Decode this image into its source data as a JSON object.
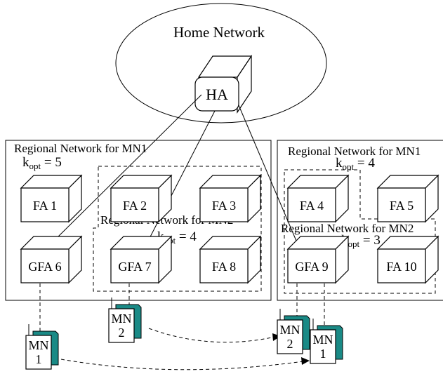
{
  "home_network": {
    "label": "Home Network"
  },
  "ha": {
    "label": "HA"
  },
  "regions": {
    "left": {
      "label": "Regional Network for MN1",
      "kopt_prefix": "k",
      "kopt_sub": "opt",
      "kopt_value": " = 5"
    },
    "left_inner": {
      "label": "Regional Network for MN2",
      "kopt_prefix": "k",
      "kopt_sub": "opt",
      "kopt_value": " = 4"
    },
    "right": {
      "label": "Regional Network for MN1",
      "kopt_prefix": "k",
      "kopt_sub": "opt",
      "kopt_value": " = 4"
    },
    "right_inner": {
      "label": "Regional Network for MN2",
      "kopt_prefix": "k",
      "kopt_sub": "opt",
      "kopt_value": " = 3"
    }
  },
  "nodes": {
    "fa1": "FA 1",
    "fa2": "FA 2",
    "fa3": "FA 3",
    "gfa6": "GFA 6",
    "gfa7": "GFA 7",
    "fa8": "FA 8",
    "fa4": "FA 4",
    "fa5": "FA 5",
    "gfa9": "GFA 9",
    "fa10": "FA 10"
  },
  "mobiles": {
    "mn1_left": {
      "name": "MN",
      "num": "1"
    },
    "mn2_left": {
      "name": "MN",
      "num": "2"
    },
    "mn2_right": {
      "name": "MN",
      "num": "2"
    },
    "mn1_right": {
      "name": "MN",
      "num": "1"
    }
  },
  "colors": {
    "device_shade": "#1a8a86"
  }
}
